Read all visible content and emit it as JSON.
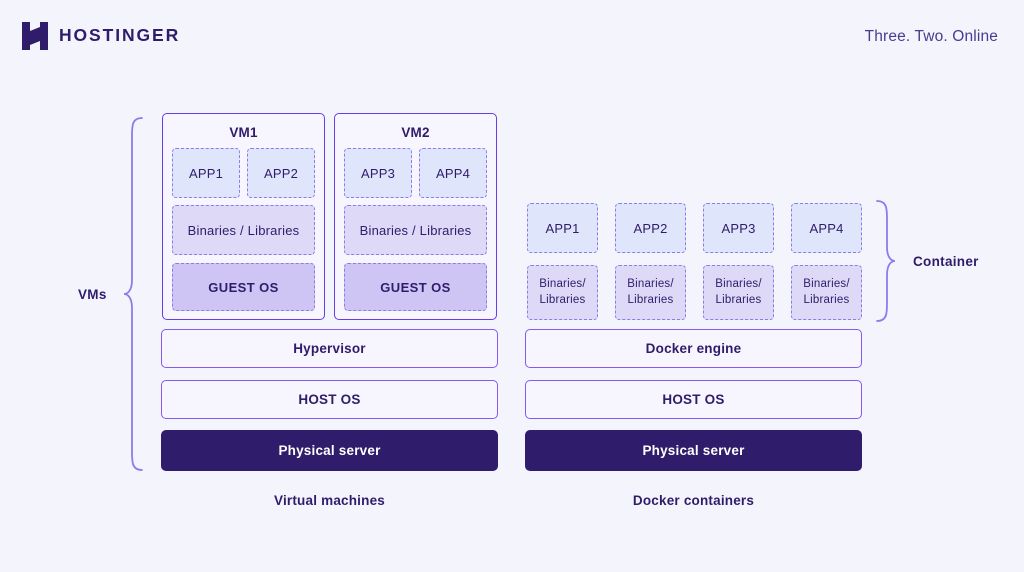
{
  "brand": {
    "name": "HOSTINGER",
    "logo_icon": "hostinger-h-logo",
    "tagline": "Three. Two. Online"
  },
  "colors": {
    "background": "#f4f4fd",
    "brand_purple": "#673de6",
    "deep_purple": "#2f1c6a",
    "dashed_border": "#8c7ceb",
    "app_fill": "#dfe6fb",
    "binaries_fill": "#ded9f7",
    "guest_os_fill": "#cfc5f4",
    "panel_fill": "#f7f6fe"
  },
  "diagram": {
    "left_group_label": "VMs",
    "right_group_label": "Container",
    "left_caption": "Virtual machines",
    "right_caption": "Docker containers",
    "vms": [
      {
        "title": "VM1",
        "apps": [
          "APP1",
          "APP2"
        ],
        "binaries": "Binaries / Libraries",
        "guest_os": "GUEST OS"
      },
      {
        "title": "VM2",
        "apps": [
          "APP3",
          "APP4"
        ],
        "binaries": "Binaries / Libraries",
        "guest_os": "GUEST OS"
      }
    ],
    "vm_stack": [
      {
        "label": "Hypervisor",
        "style": "light"
      },
      {
        "label": "HOST OS",
        "style": "light"
      },
      {
        "label": "Physical server",
        "style": "dark"
      }
    ],
    "containers": [
      {
        "app": "APP1",
        "bin_line1": "Binaries/",
        "bin_line2": "Libraries"
      },
      {
        "app": "APP2",
        "bin_line1": "Binaries/",
        "bin_line2": "Libraries"
      },
      {
        "app": "APP3",
        "bin_line1": "Binaries/",
        "bin_line2": "Libraries"
      },
      {
        "app": "APP4",
        "bin_line1": "Binaries/",
        "bin_line2": "Libraries"
      }
    ],
    "container_stack": [
      {
        "label": "Docker engine",
        "style": "light"
      },
      {
        "label": "HOST OS",
        "style": "light"
      },
      {
        "label": "Physical server",
        "style": "dark"
      }
    ]
  }
}
